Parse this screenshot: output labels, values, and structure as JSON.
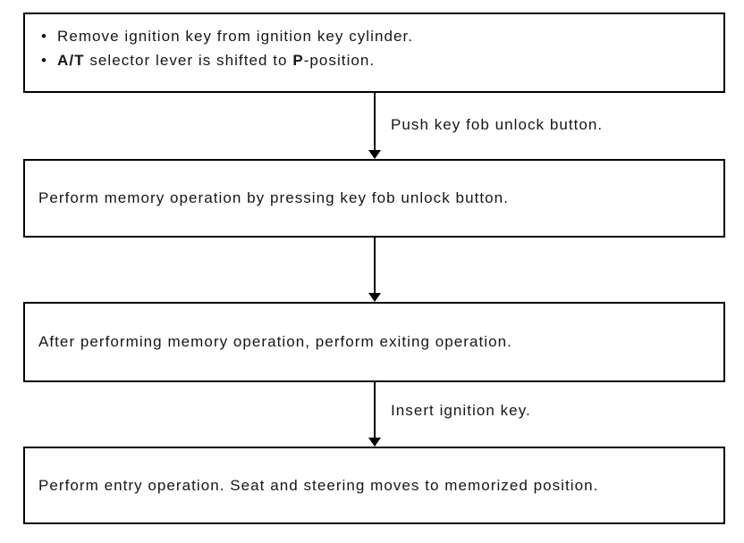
{
  "flowchart": {
    "step1": {
      "bullet_char": "•",
      "line1": "Remove ignition key from ignition key cylinder.",
      "line2_parts": [
        {
          "text": "A/T",
          "bold": true
        },
        {
          "text": " selector lever is shifted to ",
          "bold": false
        },
        {
          "text": "P",
          "bold": true
        },
        {
          "text": "-position.",
          "bold": false
        }
      ]
    },
    "arrow1_label": "Push key fob unlock button.",
    "step2": "Perform memory operation by pressing key fob unlock button.",
    "step3": "After performing memory operation, perform exiting operation.",
    "arrow3_label": "Insert ignition key.",
    "step4": "Perform entry operation. Seat and steering moves to memorized position.",
    "colors": {
      "line": "#000000",
      "background": "#ffffff",
      "text": "#161616"
    }
  }
}
